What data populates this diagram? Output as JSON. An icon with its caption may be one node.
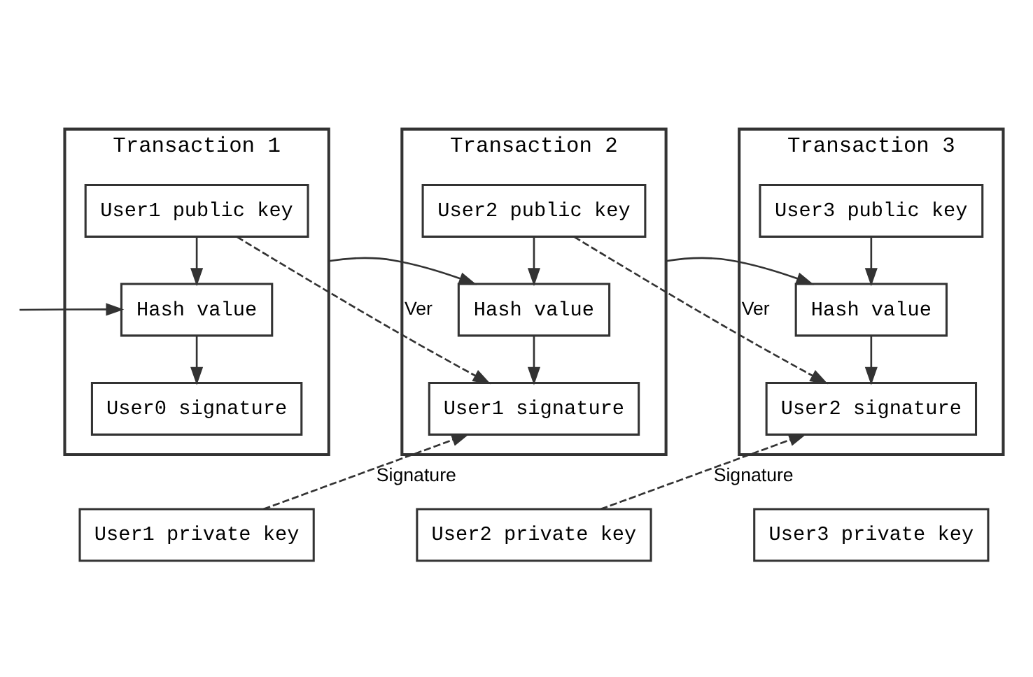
{
  "diagram": {
    "nodes": [
      {
        "text": [
          "Transaction 1"
        ]
      },
      {
        "text": [
          "User1 public key"
        ],
        "in": 0
      },
      {
        "text": [
          "Hash value"
        ],
        "in": 0
      },
      {
        "text": [
          "User0 signature"
        ],
        "in": 0
      },
      {
        "text": [
          "Transaction 2"
        ]
      },
      {
        "text": [
          "User2 public key"
        ],
        "in": 4
      },
      {
        "text": [
          "Hash value"
        ],
        "in": 4
      },
      {
        "text": [
          "User1 signature"
        ],
        "in": 4
      },
      {
        "text": [
          "Transaction 3"
        ]
      },
      {
        "text": [
          "User3 public key"
        ],
        "in": 8
      },
      {
        "text": [
          "Hash value"
        ],
        "in": 8
      },
      {
        "text": [
          "User2 signature"
        ],
        "in": 8
      },
      {
        "text": [
          "User1 private key"
        ]
      },
      {
        "text": [
          "User2 private key"
        ]
      },
      {
        "text": [
          "User3 private key"
        ]
      }
    ],
    "edges": [
      {
        "from": null,
        "to": 2,
        "arrow": "to"
      },
      {
        "from": 1,
        "to": 2,
        "arrow": "to"
      },
      {
        "from": 2,
        "to": 3,
        "arrow": "to"
      },
      {
        "from": 0,
        "to": 6,
        "arrow": "to"
      },
      {
        "from": 5,
        "to": 6,
        "arrow": "to"
      },
      {
        "from": 6,
        "to": 7,
        "arrow": "to"
      },
      {
        "from": 4,
        "to": 10,
        "arrow": "to"
      },
      {
        "from": 9,
        "to": 10,
        "arrow": "to"
      },
      {
        "from": 10,
        "to": 11,
        "arrow": "to"
      },
      {
        "from": 1,
        "to": 7,
        "arrow": "to",
        "style": "dashed",
        "label": "Ver"
      },
      {
        "from": 12,
        "to": 7,
        "arrow": "to",
        "style": "dashed",
        "label": "Signature"
      },
      {
        "from": 5,
        "to": 11,
        "arrow": "to",
        "style": "dashed",
        "label": "Ver"
      },
      {
        "from": 13,
        "to": 11,
        "arrow": "to",
        "style": "dashed",
        "label": "Signature"
      }
    ]
  }
}
